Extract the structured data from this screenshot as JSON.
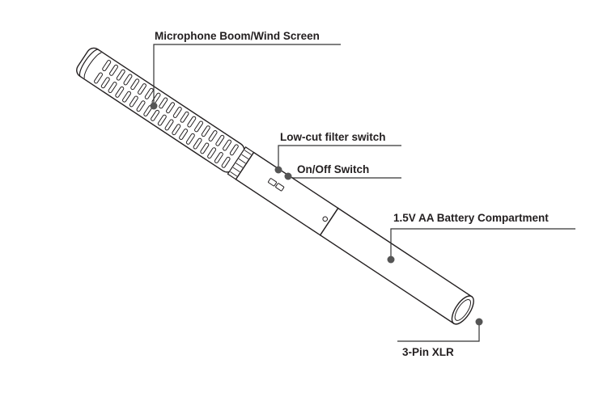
{
  "labels": {
    "boom": "Microphone Boom/Wind Screen",
    "lowcut": "Low-cut filter switch",
    "onoff": "On/Off Switch",
    "battery": "1.5V AA Battery Compartment",
    "xlr": "3-Pin XLR"
  },
  "colors": {
    "stroke": "#231f20",
    "leader": "#333333",
    "dot": "#555555",
    "background": "#ffffff"
  }
}
